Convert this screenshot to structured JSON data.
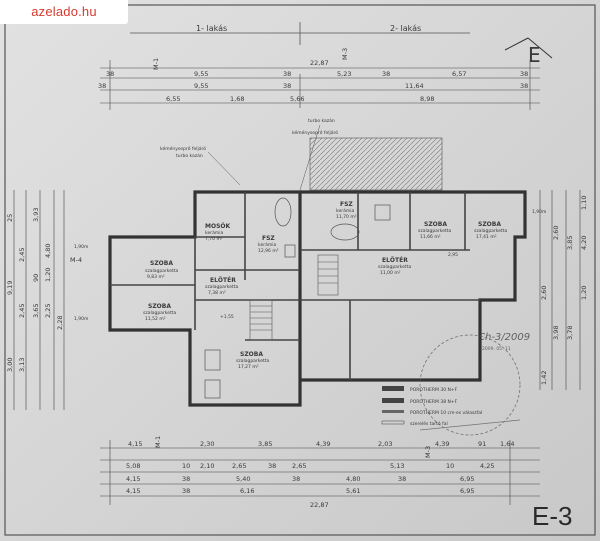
{
  "watermark": "azelado.hu",
  "sheet_label": "E-3",
  "headers": {
    "unit1": "1- lakás",
    "unit2": "2- lakás"
  },
  "section_marks": {
    "m1": "M-1",
    "m3": "M-3",
    "m4": "M-4"
  },
  "top_dims": {
    "row1": "22,87",
    "row2": [
      "38",
      "9,55",
      "38",
      "5,23",
      "38",
      "6,57",
      "38"
    ],
    "row3": [
      "38",
      "9,55",
      "38",
      "11,64",
      "38"
    ],
    "row4": [
      "6,55",
      "1,68",
      "5,66",
      "8,98"
    ]
  },
  "bottom_dims": {
    "row1": [
      "4,15",
      "2,30",
      "3,85",
      "4,39",
      "2,03",
      "4,39",
      "91",
      "1,64"
    ],
    "row2": [
      "5,08",
      "10",
      "2,10",
      "2,65",
      "38",
      "2,65",
      "5,13",
      "10",
      "4,25"
    ],
    "row3": [
      "4,15",
      "38",
      "5,40",
      "38",
      "4,80",
      "38",
      "6,95"
    ],
    "row4": [
      "4,15",
      "38",
      "6,16",
      "5,61",
      "6,95"
    ],
    "row5": "22,87"
  },
  "left_dims": [
    "25",
    "3,93",
    "2,45",
    "90",
    "1,20",
    "2,45",
    "3,65",
    "2,25",
    "3,13",
    "3,00",
    "2,28",
    "4,80",
    "9,19"
  ],
  "right_dims": [
    "1,90",
    "1,10",
    "3,85",
    "2,60",
    "1,90",
    "4,20",
    "3,98",
    "3,78",
    "1,42",
    "2,60",
    "1,20"
  ],
  "annotations": {
    "chimney": "kéményseprő feljáró",
    "boiler": "turbo kazán",
    "window_1": "1,90m",
    "window_2": "1,90m",
    "window_3": "1,90m",
    "level": "+1,55",
    "stair": "2,95"
  },
  "rooms": [
    {
      "name": "MOSÓK",
      "sub": "kerámia",
      "area": "7,70 m²"
    },
    {
      "name": "FSZ",
      "sub": "kerámia",
      "area": "12,96 m²"
    },
    {
      "name": "SZOBA",
      "sub": "szalagparketta",
      "area": "9,83 m²"
    },
    {
      "name": "ELŐTÉR",
      "sub": "szalagparketta",
      "area": "7,38 m²"
    },
    {
      "name": "SZOBA",
      "sub": "szalagparketta",
      "area": "11,52 m²"
    },
    {
      "name": "SZOBA",
      "sub": "szalagparketta",
      "area": "17,27 m²"
    },
    {
      "name": "FSZ",
      "sub": "kerámia",
      "area": "11,70 m²"
    },
    {
      "name": "SZOBA",
      "sub": "szalagparketta",
      "area": "11,66 m²"
    },
    {
      "name": "SZOBA",
      "sub": "szalagparketta",
      "area": "17,41 m²"
    },
    {
      "name": "ELŐTÉR",
      "sub": "szalagparketta",
      "area": "11,00 m²"
    }
  ],
  "legend": [
    "POROTHERM 30 N+F",
    "POROTHERM 38 N+F",
    "POROTHERM 10 cm-es válaszfal",
    "szerelés tartó fal"
  ],
  "stamp": {
    "handwritten": "Ch-3/2009",
    "date": "2009. 05. 11"
  }
}
